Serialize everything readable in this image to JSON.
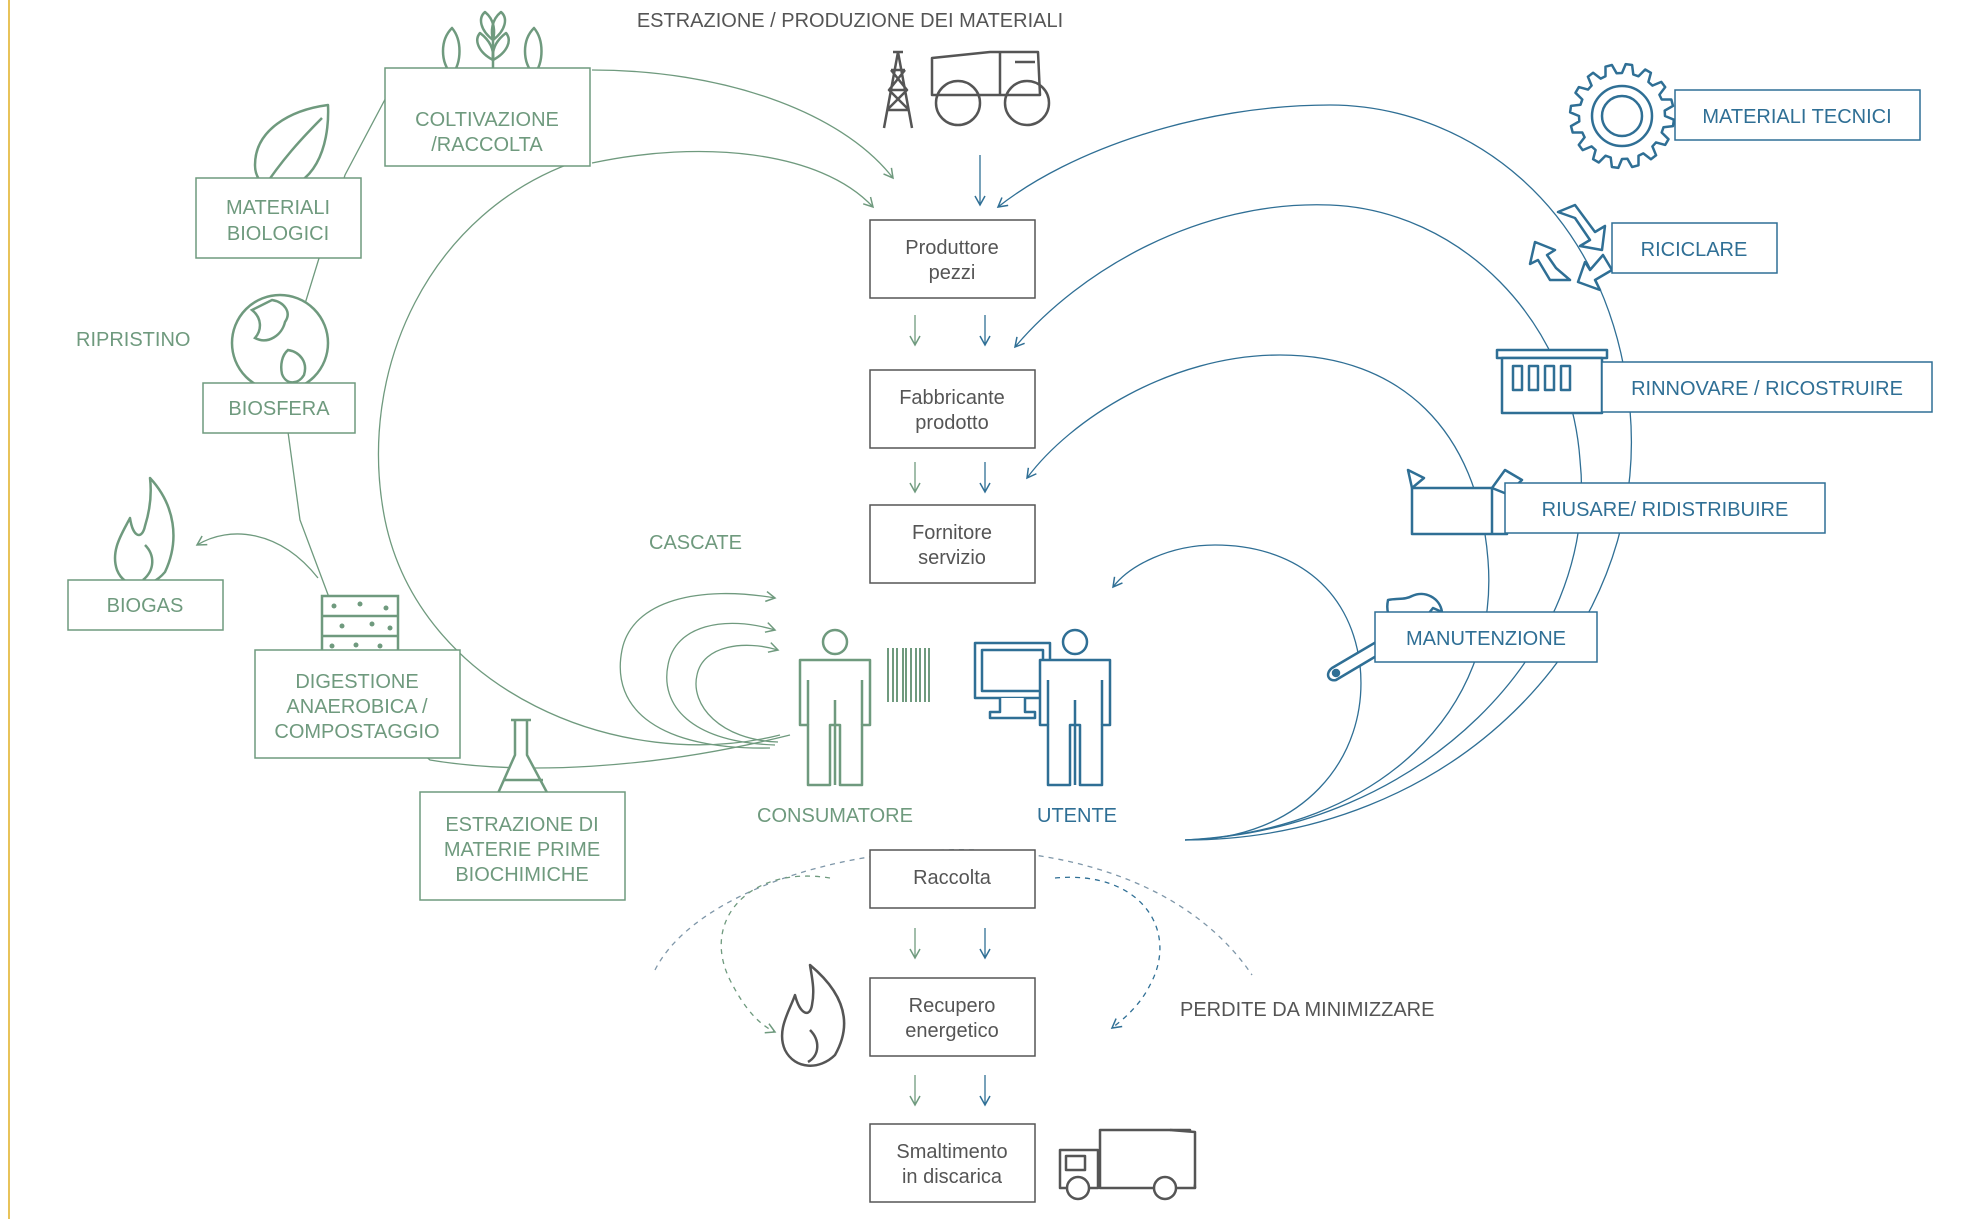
{
  "colors": {
    "green": "#6f9a7e",
    "blue": "#2f6f95",
    "gray": "#555555",
    "frame": "#e8c35a"
  },
  "header": {
    "extraction_title": "ESTRAZIONE / PRODUZIONE DEI MATERIALI"
  },
  "central_chain": {
    "producer": [
      "Produttore",
      "pezzi"
    ],
    "manufacturer": [
      "Fabbricante",
      "prodotto"
    ],
    "service_provider": [
      "Fornitore",
      "servizio"
    ],
    "collection": [
      "Raccolta"
    ],
    "energy_recovery": [
      "Recupero",
      "energetico"
    ],
    "landfill": [
      "Smaltimento",
      "in discarica"
    ]
  },
  "biological": {
    "cultivation": [
      "COLTIVAZIONE",
      "/RACCOLTA"
    ],
    "materials": [
      "MATERIALI",
      "BIOLOGICI"
    ],
    "restoration": "RIPRISTINO",
    "biosphere": "BIOSFERA",
    "biogas": "BIOGAS",
    "digestion": [
      "DIGESTIONE",
      "ANAEROBICA /",
      "COMPOSTAGGIO"
    ],
    "extraction": [
      "ESTRAZIONE DI",
      "MATERIE PRIME",
      "BIOCHIMICHE"
    ],
    "cascades": "CASCATE",
    "consumer": "CONSUMATORE"
  },
  "technical": {
    "materials": "MATERIALI TECNICI",
    "recycle": "RICICLARE",
    "refurbish": "RINNOVARE / RICOSTRUIRE",
    "reuse": "RIUSARE/ RIDISTRIBUIRE",
    "maintenance": "MANUTENZIONE",
    "user": "UTENTE"
  },
  "losses": {
    "label": "PERDITE DA MINIMIZZARE"
  },
  "icons": [
    "oil-derrick-icon",
    "mining-truck-icon",
    "plants-fish-icon",
    "leaf-icon",
    "globe-icon",
    "flame-icon",
    "compost-layers-icon",
    "flask-icon",
    "person-icon",
    "barcode-icon",
    "computer-icon",
    "gear-icon",
    "recycle-icon",
    "factory-icon",
    "box-icon",
    "wrench-icon",
    "garbage-truck-icon"
  ]
}
